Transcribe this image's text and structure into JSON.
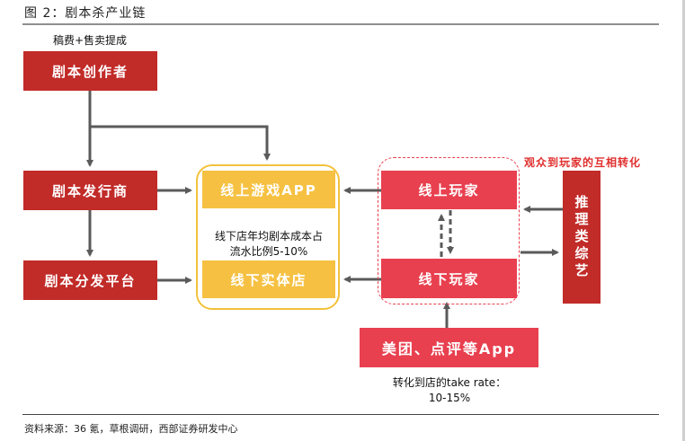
{
  "figure": {
    "title": "图 2：剧本杀产业链",
    "source": "资料来源：36 氪，草根调研，西部证券研发中心"
  },
  "nodes": {
    "creator": {
      "label": "剧本创作者",
      "note": "稿费+售卖提成"
    },
    "publisher": {
      "label": "剧本发行商"
    },
    "distribution_platform": {
      "label": "剧本分发平台"
    },
    "online_game_app": {
      "label": "线上游戏APP"
    },
    "offline_store": {
      "label": "线下实体店"
    },
    "store_cost_note": {
      "line1": "线下店年均剧本成本占",
      "line2": "流水比例5-10%"
    },
    "online_players": {
      "label": "线上玩家"
    },
    "offline_players": {
      "label": "线下玩家"
    },
    "variety_show": {
      "label": "推理类综艺"
    },
    "conversion_caption": {
      "label": "观众到玩家的互相转化"
    },
    "meituan_app": {
      "label": "美团、点评等App"
    },
    "take_rate_note": {
      "line1": "转化到店的take rate：",
      "line2": "10-15%"
    }
  },
  "colors": {
    "dark_red": "#c12b28",
    "pink_red": "#e8404f",
    "yellow": "#f6c142",
    "arrow_grey": "#5a5a5a"
  }
}
